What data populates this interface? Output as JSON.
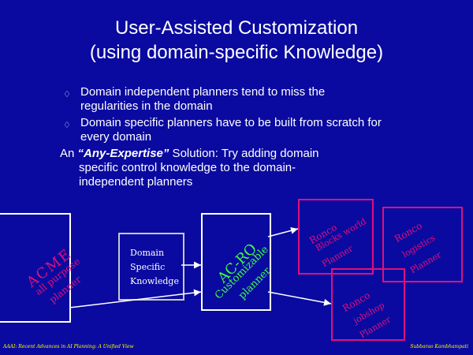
{
  "title": {
    "line1": "User-Assisted Customization",
    "line2": "(using domain-specific Knowledge)"
  },
  "bullets": [
    {
      "text": "Domain independent planners tend to miss the regularities in the domain"
    },
    {
      "text": "Domain specific planners have to be built from scratch for every domain"
    }
  ],
  "solution": {
    "prefix": "An ",
    "emphasis": "“Any-Expertise”",
    "rest_line1": " Solution: Try adding domain",
    "rest_line2": "specific control knowledge to the domain-",
    "rest_line3": "independent planners"
  },
  "diagram": {
    "acme": {
      "line1": "ACME",
      "line2": "all purpose",
      "line3": "planner",
      "color": "#e0107a"
    },
    "domain_knowledge": {
      "line1": "Domain",
      "line2": "Specific",
      "line3": "Knowledge"
    },
    "customizable": {
      "line1": "AC-RO",
      "line2": "Customizable",
      "line3": "planner",
      "color": "#3cff3c"
    },
    "blocks": {
      "line1": "Ronco",
      "line2": "Blocks world",
      "line3": "Planner",
      "color": "#e0107a"
    },
    "logistics": {
      "line1": "Ronco",
      "line2": "logistics",
      "line3": "Planner",
      "color": "#e0107a"
    },
    "jobshop": {
      "line1": "Ronco",
      "line2": "jobshop",
      "line3": "Planner",
      "color": "#e0107a"
    }
  },
  "footer": {
    "left": "AAAI: Recent Advances in AI Planning: A Unified View",
    "right": "Subbarao Kambhampati"
  }
}
